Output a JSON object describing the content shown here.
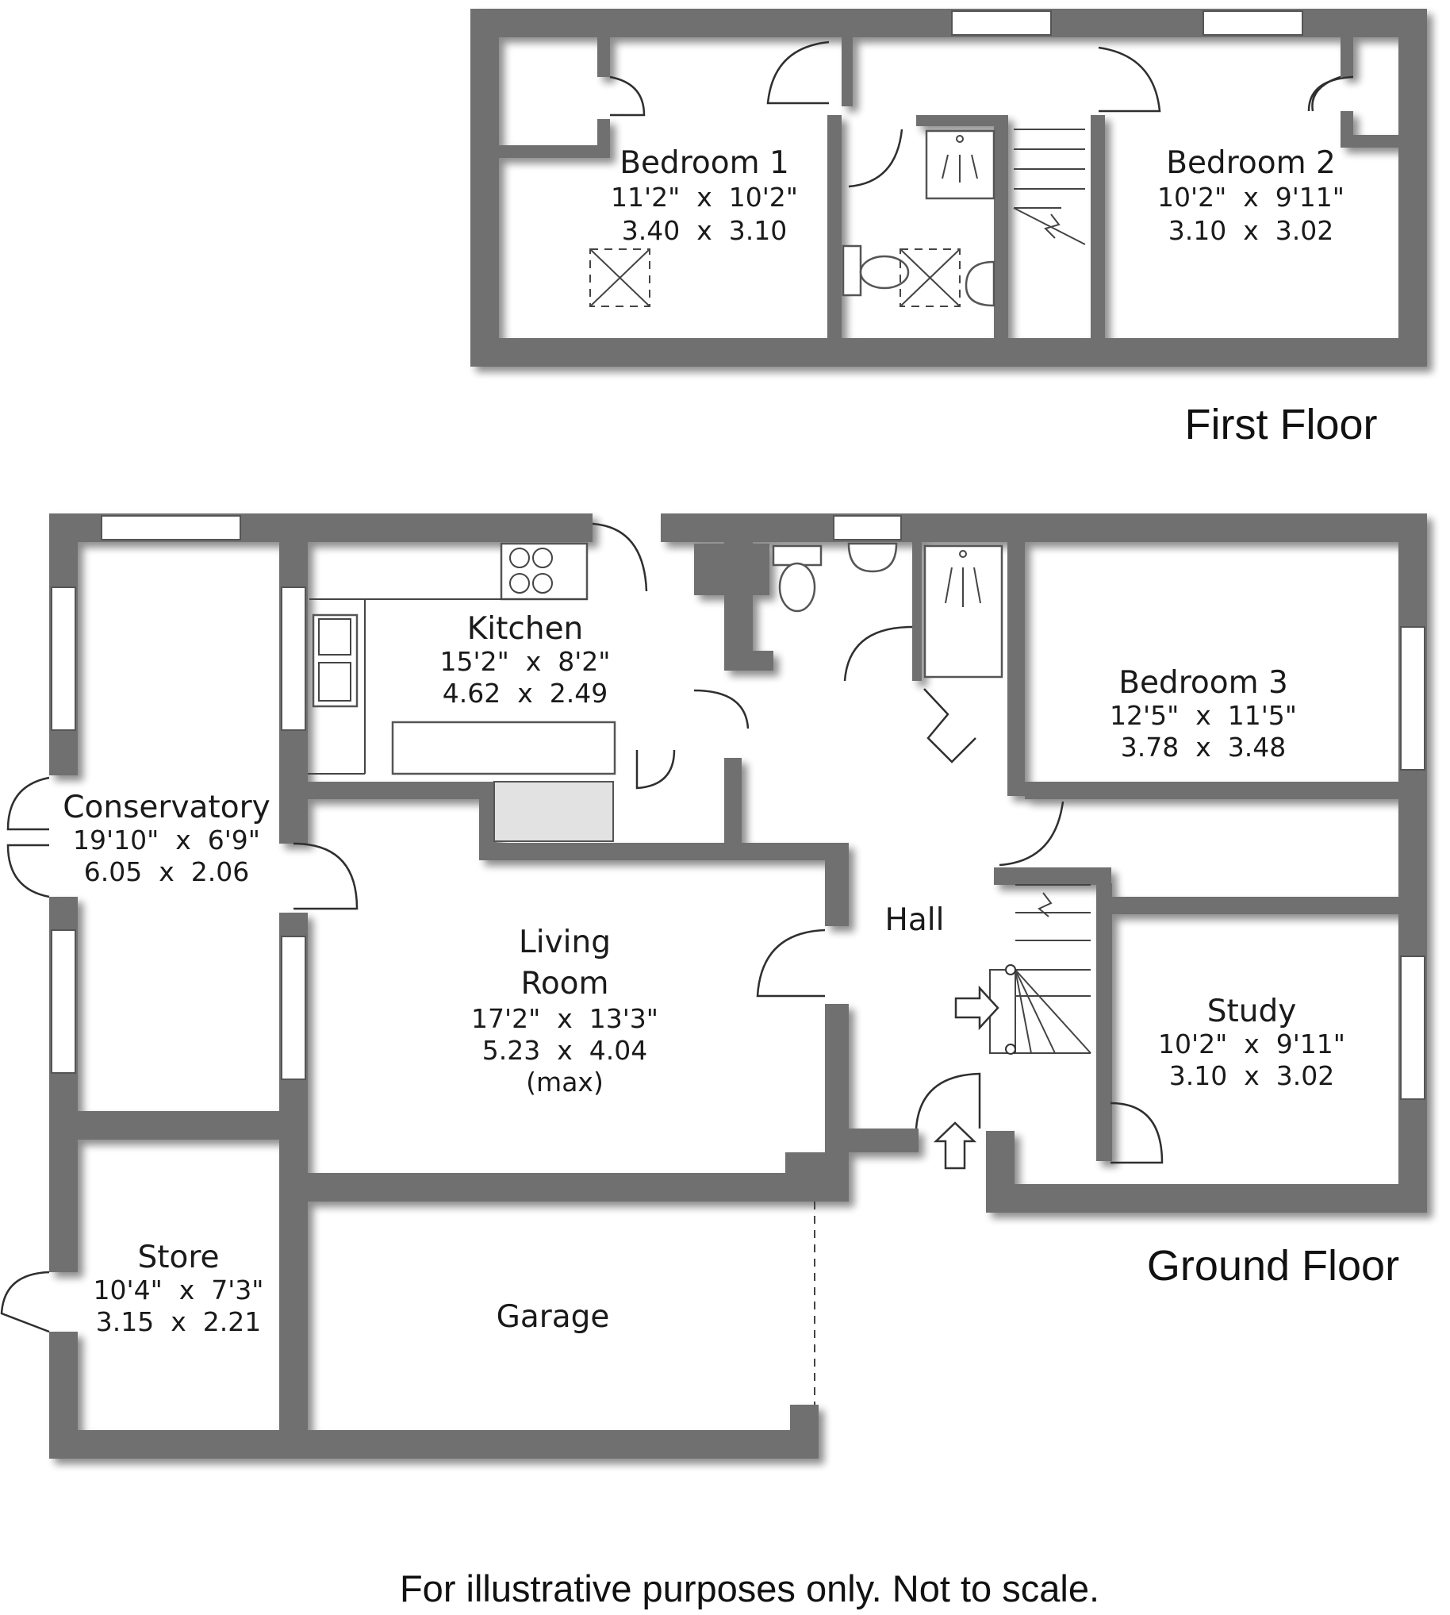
{
  "floors": {
    "first": {
      "label": "First Floor"
    },
    "ground": {
      "label": "Ground Floor"
    }
  },
  "rooms": {
    "bedroom1": {
      "name": "Bedroom 1",
      "imperial": "11'2\"  x  10'2\"",
      "metric": "3.40  x  3.10"
    },
    "bedroom2": {
      "name": "Bedroom 2",
      "imperial": "10'2\"  x  9'11\"",
      "metric": "3.10  x  3.02"
    },
    "kitchen": {
      "name": "Kitchen",
      "imperial": "15'2\"  x  8'2\"",
      "metric": "4.62  x  2.49"
    },
    "bedroom3": {
      "name": "Bedroom 3",
      "imperial": "12'5\"  x  11'5\"",
      "metric": "3.78  x  3.48"
    },
    "conservatory": {
      "name": "Conservatory",
      "imperial": "19'10\"  x  6'9\"",
      "metric": "6.05  x  2.06"
    },
    "hall": {
      "name": "Hall"
    },
    "living": {
      "name_line1": "Living",
      "name_line2": "Room",
      "imperial": "17'2\"  x  13'3\"",
      "metric": "5.23  x  4.04",
      "note": "(max)"
    },
    "study": {
      "name": "Study",
      "imperial": "10'2\"  x  9'11\"",
      "metric": "3.10  x  3.02"
    },
    "store": {
      "name": "Store",
      "imperial": "10'4\"  x  7'3\"",
      "metric": "3.15  x  2.21"
    },
    "garage": {
      "name": "Garage"
    }
  },
  "footer": {
    "disclaimer": "For illustrative purposes only. Not to scale."
  },
  "colors": {
    "wall": "#6f6f6f",
    "wall_shadow": "#c8c8c8",
    "fixture_fill": "#ffffff",
    "worktop_shaded": "#e2e2e2"
  }
}
